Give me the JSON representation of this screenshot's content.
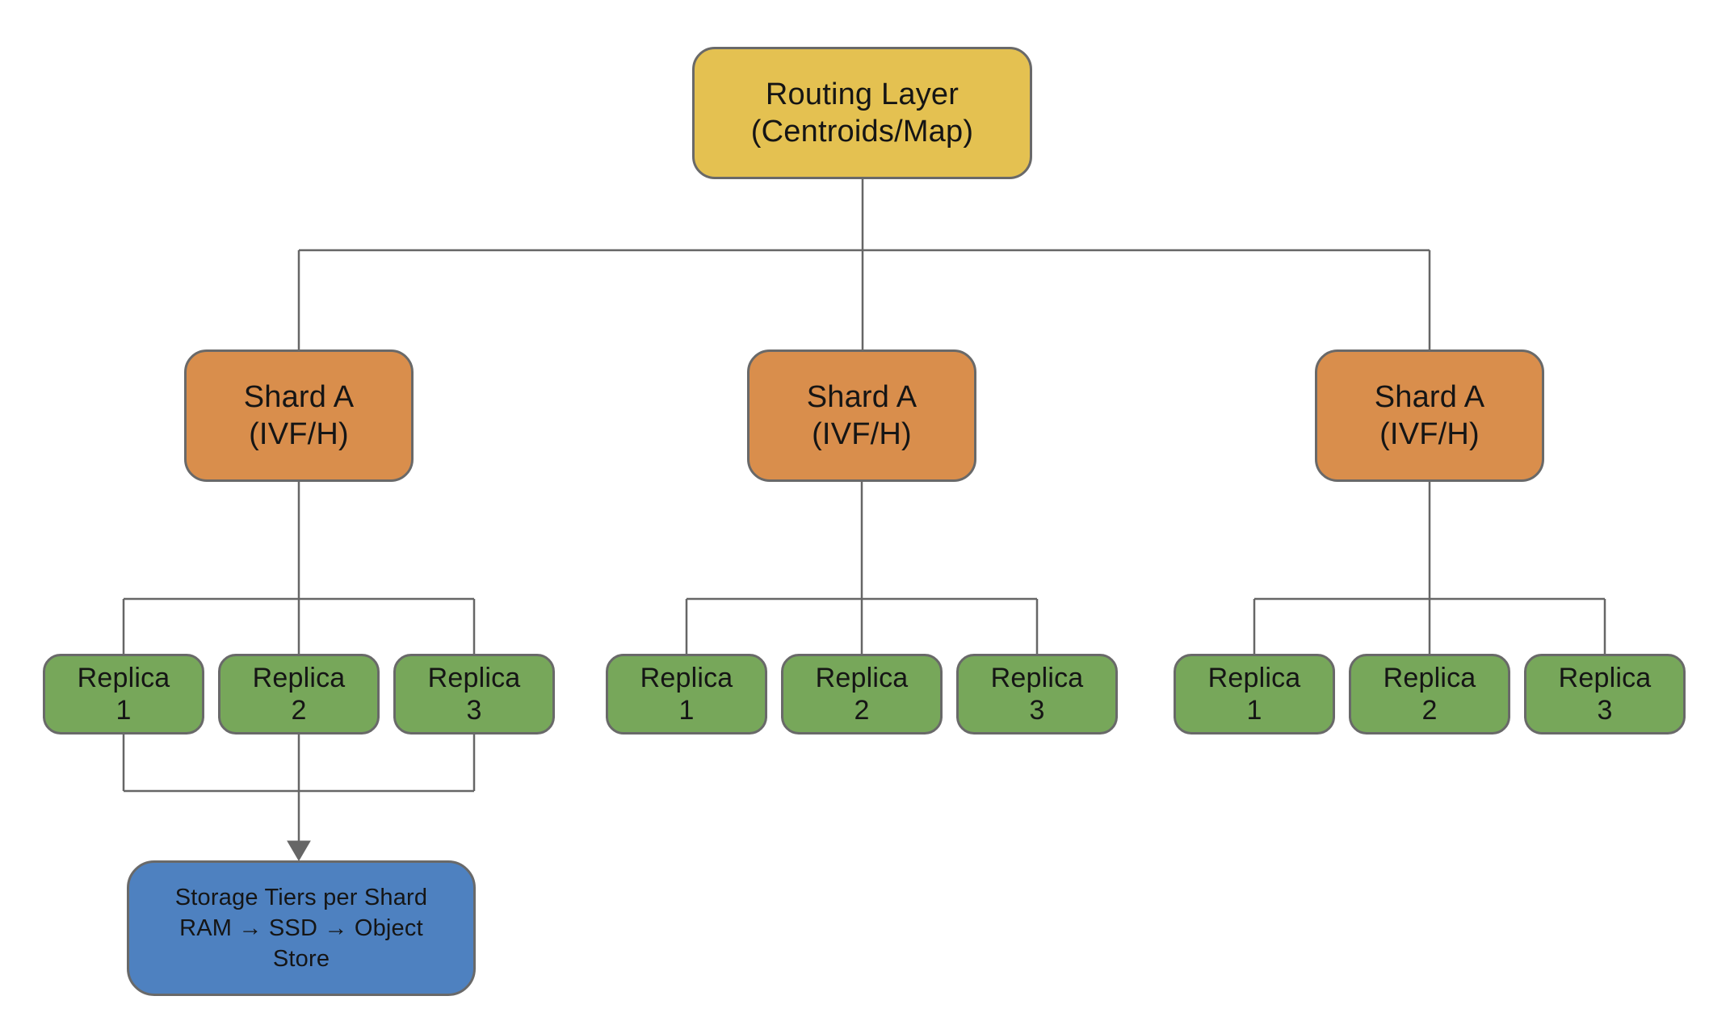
{
  "diagram": {
    "title": "Sharded vector index routing hierarchy",
    "palette": {
      "root_fill": "#e4c151",
      "shard_fill": "#d98e4c",
      "replica_fill": "#77a75a",
      "storage_fill": "#4e81c0",
      "node_border": "#696969",
      "connector": "#666666",
      "text": "#151515",
      "background": "#ffffff"
    },
    "nodes": {
      "routing": {
        "label": "Routing Layer\n(Centroids/Map)"
      },
      "shards": [
        {
          "label": "Shard A\n(IVF/H)"
        },
        {
          "label": "Shard A\n(IVF/H)"
        },
        {
          "label": "Shard A\n(IVF/H)"
        }
      ],
      "replica_groups": [
        {
          "replicas": [
            {
              "label": "Replica\n1"
            },
            {
              "label": "Replica\n2"
            },
            {
              "label": "Replica\n3"
            }
          ]
        },
        {
          "replicas": [
            {
              "label": "Replica\n1"
            },
            {
              "label": "Replica\n2"
            },
            {
              "label": "Replica\n3"
            }
          ]
        },
        {
          "replicas": [
            {
              "label": "Replica\n1"
            },
            {
              "label": "Replica\n2"
            },
            {
              "label": "Replica\n3"
            }
          ]
        }
      ],
      "storage": {
        "label": "Storage Tiers per Shard\nRAM → SSD → Object\nStore"
      }
    }
  }
}
